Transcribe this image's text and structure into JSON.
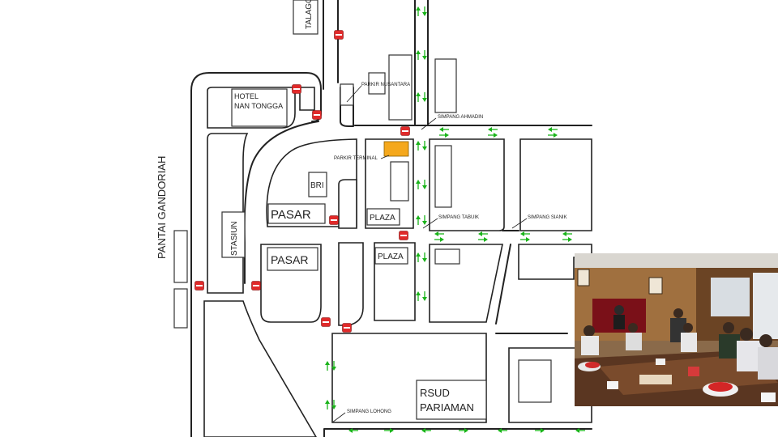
{
  "labels": {
    "talago": "TALAGO",
    "hotel_line1": "HOTEL",
    "hotel_line2": "NAN TONGGA",
    "parkir_nusantara": "PARKIR NUSANTARA",
    "simpang_ahmadin": "SIMPANG AHMADIN",
    "parkir_terminal": "PARKIR TERMINAL",
    "bri": "BRI",
    "pasar_top": "PASAR",
    "plaza_top": "PLAZA",
    "simpang_tabuik": "SIMPANG TABUIK",
    "simpang_sianik": "SIMPANG SIANIK",
    "pantai_gandoriah": "PANTAI GANDORIAH",
    "stasiun": "STASIUN",
    "pasar_bottom": "PASAR",
    "plaza_bottom": "PLAZA",
    "rsud_line1": "RSUD",
    "rsud_line2": "PARIAMAN",
    "simpang_lohong": "SIMPANG LOHONG"
  },
  "colors": {
    "road": "#222222",
    "flow_arrow": "#19b319",
    "no_entry": "#e02a2a",
    "parking_highlight": "#f5a81c"
  },
  "icons": {
    "flow": "green-arrow-icon",
    "no_entry": "no-entry-sign-icon"
  }
}
